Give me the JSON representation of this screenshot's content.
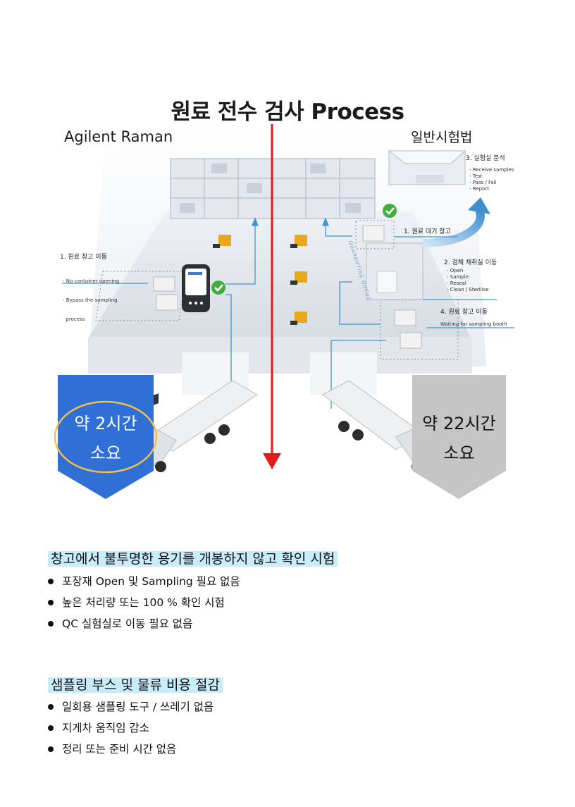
{
  "title": "원료 전수 검사 Process",
  "left_heading": "Agilent Raman",
  "right_heading": "일반시험법",
  "left_flow": {
    "step1_title": "1. 원료 창고 이동",
    "step1_items": [
      "- No container opening",
      "- Bypass the sampling",
      "  process"
    ]
  },
  "right_flow": {
    "step1_title": "1. 원료 대기 창고",
    "step2_title": "2. 검체 채취실  이동",
    "step2_items": [
      "- Open",
      "- Sample",
      "- Reseal",
      "- Clean / Sterilise"
    ],
    "step3_title": "3. 실험실 분석",
    "step3_items": [
      "- Receive samples",
      "- Test",
      "- Pass / Fail",
      "- Report"
    ],
    "step4_title": "4. 원료 창고 이동",
    "step4_note": "Waiting for sampling booth",
    "queue_label": "QUARANTINE QUEUE"
  },
  "left_badge": {
    "line1": "약 2시간",
    "line2": "소요",
    "color": "#2f6fd6"
  },
  "right_badge": {
    "line1": "약 22시간",
    "line2": "소요",
    "color": "#c5c5c5"
  },
  "divider_color": "#e31b1b",
  "sections": [
    {
      "title": "창고에서 불투명한 용기를 개봉하지 않고 확인 시험",
      "bullets": [
        "포장재 Open 및 Sampling 필요 없음",
        "높은 처리량 또는 100 % 확인 시험",
        "QC 실험실로 이동 필요 없음"
      ]
    },
    {
      "title": "샘플링 부스 및 물류 비용 절감",
      "bullets": [
        "일회용 샘플링 도구 / 쓰레기 없음",
        "지게차 움직임 감소",
        "정리 또는 준비 시간 없음"
      ]
    }
  ]
}
